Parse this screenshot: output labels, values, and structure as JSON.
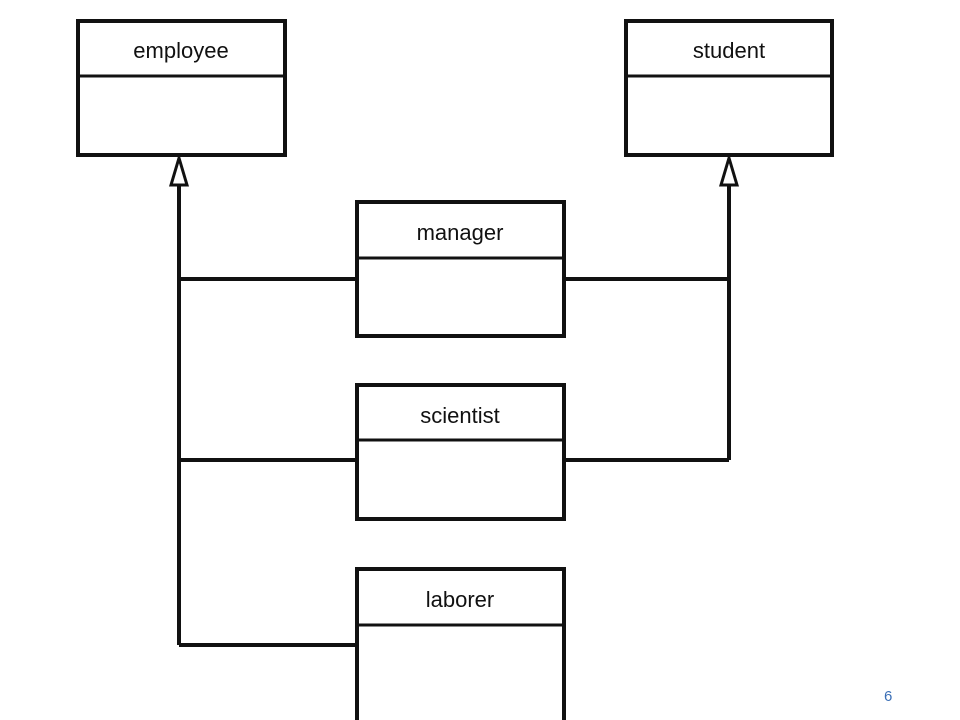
{
  "classes": {
    "employee": {
      "name": "employee"
    },
    "student": {
      "name": "student"
    },
    "manager": {
      "name": "manager"
    },
    "scientist": {
      "name": "scientist"
    },
    "laborer": {
      "name": "laborer"
    }
  },
  "relations": [
    {
      "type": "generalization",
      "from": "manager",
      "to": "employee"
    },
    {
      "type": "generalization",
      "from": "manager",
      "to": "student"
    },
    {
      "type": "generalization",
      "from": "scientist",
      "to": "employee"
    },
    {
      "type": "generalization",
      "from": "scientist",
      "to": "student"
    },
    {
      "type": "generalization",
      "from": "laborer",
      "to": "employee"
    }
  ],
  "slide": {
    "page_number": "6"
  },
  "colors": {
    "line": "#111111",
    "page_number": "#3b6fb6"
  }
}
